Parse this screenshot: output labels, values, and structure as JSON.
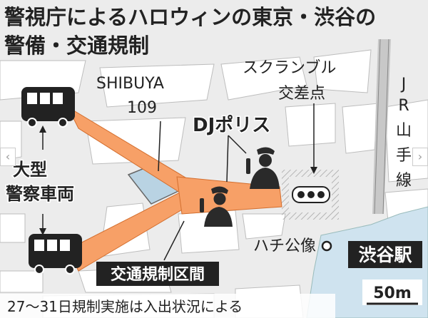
{
  "title": {
    "line1": "警視庁によるハロウィンの東京・渋谷の",
    "line2": "警備・交通規制"
  },
  "labels": {
    "shibuya109_a": "SHIBUYA",
    "shibuya109_b": "109",
    "scramble_a": "スクランブル",
    "scramble_b": "交差点",
    "dj_police": "DJポリス",
    "vehicles_a": "大型",
    "vehicles_b": "警察車両",
    "jr_line": [
      "J",
      "R",
      "山",
      "手",
      "線"
    ],
    "hachiko": "ハチ公像",
    "station": "渋谷駅",
    "restriction_zone": "交通規制区間",
    "scale": "50m",
    "footnote": "27～31日規制実施は入出状況による"
  },
  "colors": {
    "zone": "#f7a067",
    "station_bg": "#cfe3ef",
    "store_bg": "#b9d3e3",
    "dark": "#222222"
  },
  "nav": {
    "prev": "‹",
    "next": "›"
  }
}
